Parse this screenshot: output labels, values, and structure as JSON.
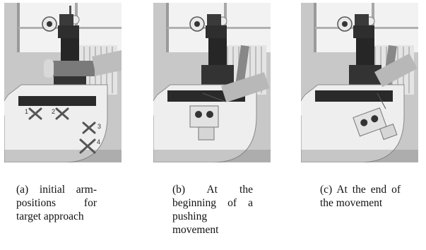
{
  "figure": {
    "panels": [
      {
        "id": "a",
        "caption": "(a) initial arm-positions for target approach",
        "markers": [
          "1",
          "2",
          "3",
          "4"
        ]
      },
      {
        "id": "b",
        "caption": "(b) At the beginning of a pushing movement",
        "markers": []
      },
      {
        "id": "c",
        "caption": "(c) At the end of the movement",
        "markers": []
      }
    ]
  }
}
